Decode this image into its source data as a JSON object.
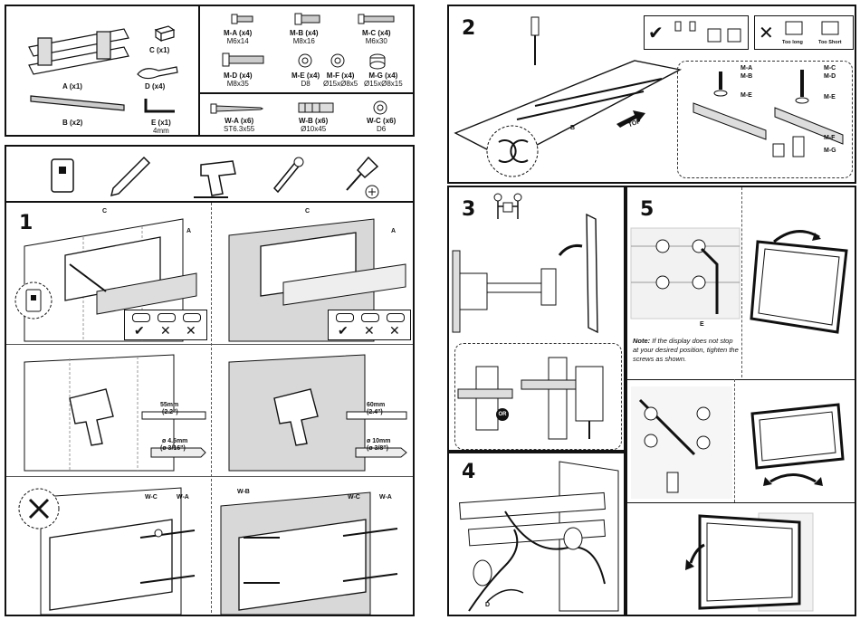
{
  "parts_top_left": [
    {
      "name": "A (x1)",
      "size": ""
    },
    {
      "name": "B (x2)",
      "size": ""
    },
    {
      "name": "C (x1)",
      "size": ""
    },
    {
      "name": "D (x4)",
      "size": ""
    },
    {
      "name": "E (x1)",
      "size": "4mm"
    }
  ],
  "hardware": [
    {
      "name": "M-A (x4)",
      "size": "M6x14"
    },
    {
      "name": "M-B (x4)",
      "size": "M8x16"
    },
    {
      "name": "M-C (x4)",
      "size": "M6x30"
    },
    {
      "name": "M-D (x4)",
      "size": "M8x35"
    },
    {
      "name": "M-E (x4)",
      "size": "D8"
    },
    {
      "name": "M-F (x4)",
      "size": "Ø15xØ8x5"
    },
    {
      "name": "M-G (x4)",
      "size": "Ø15xØ8x15"
    },
    {
      "name": "W-A (x6)",
      "size": "ST6.3x55"
    },
    {
      "name": "W-B (x6)",
      "size": "Ø10x45"
    },
    {
      "name": "W-C (x6)",
      "size": "D6"
    }
  ],
  "step1": {
    "number": "1",
    "label_c": "C",
    "label_a": "A",
    "wood_drill_mm": "55mm",
    "wood_drill_in": "(2.2\")",
    "wood_bit_mm": "ø 4.5mm",
    "wood_bit_in": "(ø 3/16\")",
    "brick_drill_mm": "60mm",
    "brick_drill_in": "(2.4\")",
    "brick_bit_mm": "ø 10mm",
    "brick_bit_in": "(ø 3/8\")",
    "wc": "W-C",
    "wa": "W-A",
    "wb": "W-B",
    "check": "✔",
    "cross": "✕"
  },
  "step2": {
    "number": "2",
    "b": "B",
    "top": "TOP",
    "too_long": "Too long",
    "too_short": "Too Short",
    "ma": "M-A",
    "mb": "M-B",
    "mc": "M-C",
    "md": "M-D",
    "me": "M-E",
    "me2": "M-E",
    "mf": "M-F",
    "mg": "M-G"
  },
  "step3": {
    "number": "3",
    "or": "OR"
  },
  "step4": {
    "number": "4",
    "d": "D"
  },
  "step5": {
    "number": "5",
    "e": "E",
    "note_bold": "Note:",
    "note_text": "If the display does not stop at your desired position, tighten the screws as shown."
  }
}
